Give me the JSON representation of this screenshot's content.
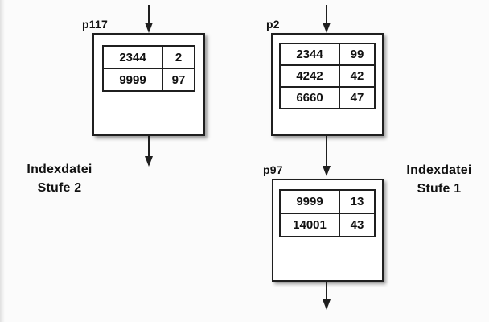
{
  "diagram": {
    "annotations": {
      "left": {
        "line1": "Indexdatei",
        "line2": "Stufe 2"
      },
      "right": {
        "line1": "Indexdatei",
        "line2": "Stufe 1"
      }
    },
    "nodes": [
      {
        "id": "p117",
        "rows": [
          [
            "2344",
            "2"
          ],
          [
            "9999",
            "97"
          ]
        ]
      },
      {
        "id": "p2",
        "rows": [
          [
            "2344",
            "99"
          ],
          [
            "4242",
            "42"
          ],
          [
            "6660",
            "47"
          ]
        ]
      },
      {
        "id": "p97",
        "rows": [
          [
            "9999",
            "13"
          ],
          [
            "14001",
            "43"
          ]
        ]
      }
    ],
    "colors": {
      "line": "#1f1f1f",
      "box_fill": "#ffffff",
      "background": "#fbfbfb"
    }
  }
}
